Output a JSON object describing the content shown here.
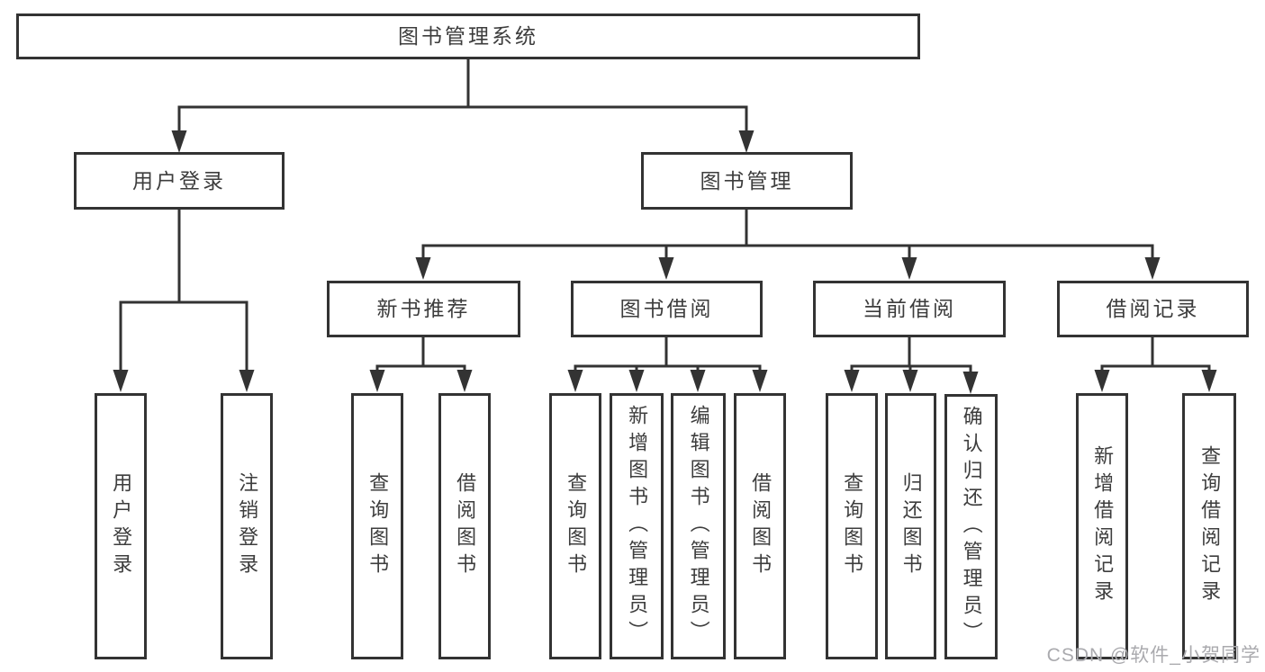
{
  "diagram": {
    "type": "tree",
    "root": {
      "label": "图书管理系统",
      "children": [
        {
          "label": "用户登录",
          "children": [
            {
              "label": "用户登录"
            },
            {
              "label": "注销登录"
            }
          ]
        },
        {
          "label": "图书管理",
          "children": [
            {
              "label": "新书推荐",
              "children": [
                {
                  "label": "查询图书"
                },
                {
                  "label": "借阅图书"
                }
              ]
            },
            {
              "label": "图书借阅",
              "children": [
                {
                  "label": "查询图书"
                },
                {
                  "label": "新增图书（管理员）"
                },
                {
                  "label": "编辑图书（管理员）"
                },
                {
                  "label": "借阅图书"
                }
              ]
            },
            {
              "label": "当前借阅",
              "children": [
                {
                  "label": "查询图书"
                },
                {
                  "label": "归还图书"
                },
                {
                  "label": "确认归还（管理员）"
                }
              ]
            },
            {
              "label": "借阅记录",
              "children": [
                {
                  "label": "新增借阅记录"
                },
                {
                  "label": "查询借阅记录"
                }
              ]
            }
          ]
        }
      ]
    },
    "watermark": "CSDN @软件_小贺同学",
    "colors": {
      "line": "#333333",
      "text": "#3d3d3d",
      "watermark": "#aaaaae",
      "background": "#ffffff"
    }
  }
}
